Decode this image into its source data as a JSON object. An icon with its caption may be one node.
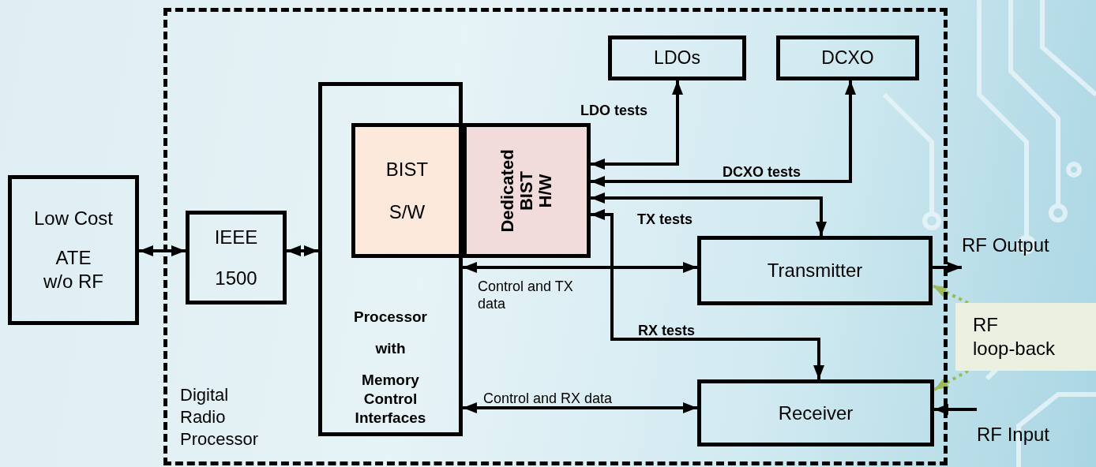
{
  "diagram": {
    "nodes": [
      {
        "text": [
          "Digital Radio Processor"
        ]
      },
      {
        "text": [
          "Low Cost",
          "ATE w/o RF"
        ]
      },
      {
        "text": [
          "IEEE",
          "1500"
        ],
        "in": 0
      },
      {
        "text": [
          "Processor",
          "with",
          "Memory Control Interfaces"
        ],
        "in": 0
      },
      {
        "text": [
          "BIST",
          "S/W"
        ],
        "in": 3
      },
      {
        "text": [
          "Dedicated BIST H/W"
        ],
        "in": 0
      },
      {
        "text": [
          "LDOs"
        ],
        "in": 0
      },
      {
        "text": [
          "DCXO"
        ],
        "in": 0
      },
      {
        "text": [
          "Transmitter"
        ],
        "in": 0
      },
      {
        "text": [
          "Receiver"
        ],
        "in": 0
      },
      {
        "text": [
          "RF loop-back"
        ]
      },
      {
        "text": [
          "RF Output"
        ]
      },
      {
        "text": [
          "RF Input"
        ]
      }
    ],
    "edges": [
      {
        "from": 1,
        "to": 2,
        "arrow": "both"
      },
      {
        "from": 2,
        "to": 3,
        "arrow": "both"
      },
      {
        "from": 5,
        "to": 6,
        "arrow": "both",
        "label": "LDO tests"
      },
      {
        "from": 5,
        "to": 7,
        "arrow": "both",
        "label": "DCXO tests"
      },
      {
        "from": 5,
        "to": 8,
        "arrow": "both",
        "label": "TX tests"
      },
      {
        "from": 5,
        "to": 9,
        "arrow": "both",
        "label": "RX tests"
      },
      {
        "from": 3,
        "to": 8,
        "arrow": "both",
        "label": "Control and TX data"
      },
      {
        "from": 3,
        "to": 9,
        "arrow": "both",
        "label": "Control and RX data"
      },
      {
        "from": 8,
        "to": 11,
        "arrow": "to"
      },
      {
        "from": 12,
        "to": 9,
        "arrow": "to"
      },
      {
        "from": 10,
        "to": 8,
        "arrow": "to",
        "style": "dashed",
        "color": "#9bbb59"
      },
      {
        "from": 10,
        "to": 9,
        "arrow": "to",
        "style": "dashed",
        "color": "#9bbb59"
      }
    ]
  }
}
